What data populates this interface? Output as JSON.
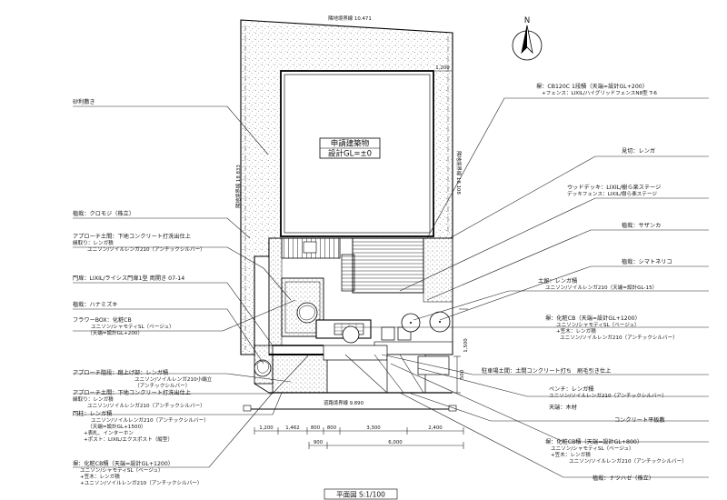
{
  "plan": {
    "north": "N",
    "building_title": "申請建築物",
    "building_gl": "設計GL=±0",
    "top_boundary": "隣地境界線 10.471",
    "right_boundary": "隣地境界線 18.108",
    "left_boundary": "隣地境界線 18.833",
    "road_boundary": "道路境界線 9.890",
    "dim_top_right": "1,200",
    "dim_small_right": "1,500",
    "dim_vertical": "500",
    "caption": "平面図 S:1/100",
    "dims_row1": [
      "1,200",
      "1,462",
      "800",
      "800",
      "3,300",
      "2,400"
    ],
    "dims_row2": [
      "900",
      "6,000"
    ]
  },
  "labels_left": [
    {
      "main": "砂利敷き",
      "subs": []
    },
    {
      "main": "植栽：クロモジ（株立）",
      "subs": []
    },
    {
      "main": "アプローチ土間：下地コンクリート打洗出仕上",
      "subs": [
        "縁取り：レンガ積",
        "ユニソン/ソイルレンガ210（アンチックシルバー）"
      ]
    },
    {
      "main": "門扉：LIXIL/ライシス門扉1型 両開き 07-14",
      "subs": []
    },
    {
      "main": "植栽：ハナミズキ",
      "subs": []
    },
    {
      "main": "フラワーBOX：化粧CB",
      "subs": [
        "ユニソン/シャモティSL（ベージュ）",
        "（天端=設計GL+200）"
      ]
    },
    {
      "main": "アプローチ階段：蹴上げ部：レンガ積",
      "subs": [
        "ユニソン/ソイルレンガ210小端立",
        "（アンチックシルバー）"
      ]
    },
    {
      "main": "アプローチ土間：下地コンクリート打洗出仕上",
      "subs": [
        "縁取り：レンガ積",
        "ユニソン/ソイルレンガ210（アンチックシルバー）"
      ]
    },
    {
      "main": "門柱：レンガ積",
      "subs": [
        "ユニソン/ソイルレンガ210（アンチックシルバー）",
        "（天端=設計GL+1500）",
        "+表札、インターホン",
        "+ポスト：LIXIL/エクスポスト（縦型）"
      ]
    },
    {
      "main": "塀：化粧CB積（天端=設計GL+1200）",
      "subs": [
        "ユニソン/シャモティSL（ベージュ）",
        "+笠木：レンガ積",
        "+ユニソン/ソイルレンガ210（アンチックシルバー）"
      ]
    }
  ],
  "labels_right": [
    {
      "main": "塀：CB120C 1段積（天端=設計GL+200）",
      "subs": [
        "+フェンス：LIXIL/ハイグリッドフェンスN8型 T-6"
      ]
    },
    {
      "main": "見切：レンガ",
      "subs": []
    },
    {
      "main": "ウッドデッキ：LIXIL/樹ら楽ステージ",
      "subs": [
        "デッキフェンス：LIXIL/樹ら楽ステージ"
      ]
    },
    {
      "main": "植栽：サザンカ",
      "subs": []
    },
    {
      "main": "植栽：シマトネリコ",
      "subs": []
    },
    {
      "main": "土留：レンガ積",
      "subs": [
        "ユニソン/ソイルレンガ210（天端=設計GL-15）"
      ]
    },
    {
      "main": "塀：化粧CB（天端=設計GL+1200）",
      "subs": [
        "ユニソン/シャモティSL（ベージュ）",
        "+笠木：レンガ積",
        "ユニソン/ソイルレンガ210（アンチックシルバー）"
      ]
    },
    {
      "main": "駐車場土間：土間コンクリート打ち　刷毛引き仕上",
      "subs": []
    },
    {
      "main": "ベンチ：レンガ積",
      "subs": [
        "ユニソン/ソイルレンガ210（アンチックシルバー）"
      ]
    },
    {
      "main": "天端：木材",
      "subs": []
    },
    {
      "main": "コンクリート平板敷",
      "subs": []
    },
    {
      "main": "塀：化粧CB積（天端=設計GL+800）",
      "subs": [
        "ユニソン/シャモティSL（ベージュ）",
        "+笠木：レンガ積",
        "ユニソン/ソイルレンガ210（アンチックシルバー）"
      ]
    },
    {
      "main": "植栽：ナツハゼ（株立）",
      "subs": []
    }
  ]
}
